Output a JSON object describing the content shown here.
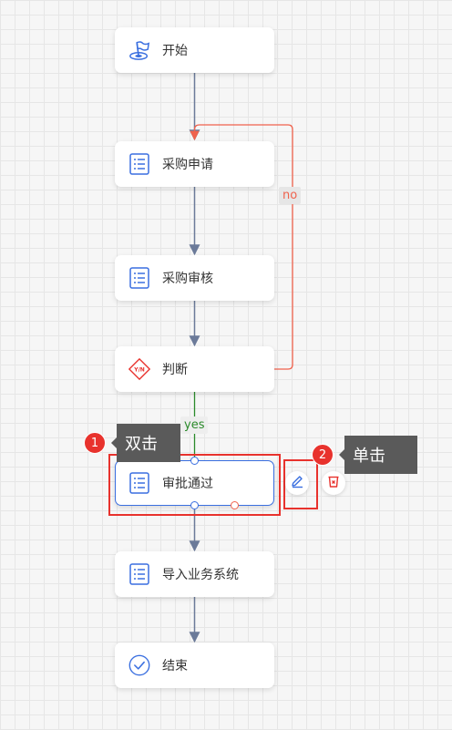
{
  "nodes": {
    "start": "开始",
    "purchase_request": "采购申请",
    "purchase_review": "采购审核",
    "decision": "判断",
    "approved": "审批通过",
    "import": "导入业务系统",
    "end": "结束"
  },
  "edge_labels": {
    "no": "no",
    "yes": "yes"
  },
  "annotations": {
    "step1_number": "1",
    "step1_text": "双击",
    "step2_number": "2",
    "step2_text": "单击"
  },
  "icons": {
    "start": "flag-target-icon",
    "task": "list-document-icon",
    "decision": "yn-diamond-icon",
    "end": "check-circle-icon",
    "edit": "pencil-icon",
    "delete": "trash-icon"
  },
  "colors": {
    "edge": "#6b7a99",
    "no_edge": "#f0624d",
    "yes_edge": "#2b8a2b",
    "node_icon": "#3a6fe0",
    "highlight": "#e8322d"
  }
}
